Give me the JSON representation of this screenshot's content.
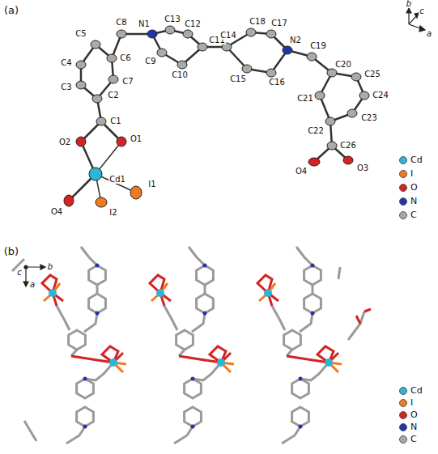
{
  "diagram": {
    "labels": [
      "(a)",
      "b",
      "c",
      "a",
      "C5",
      "C8",
      "N1",
      "C13",
      "C12",
      "C11",
      "C18",
      "C17",
      "N2",
      "C19",
      "C4",
      "C6",
      "C9",
      "C10",
      "C14",
      "C15",
      "C16",
      "C20",
      "C25",
      "C3",
      "C7",
      "C24",
      "C21",
      "C2",
      "C23",
      "C22",
      "C1",
      "O2",
      "O1",
      "Cd1",
      "O4",
      "I2",
      "I1",
      "O4",
      "C26",
      "O3",
      "(b)",
      "c",
      "b",
      "a"
    ],
    "legend": [
      {
        "text": "Cd",
        "color": "#2bb6d8"
      },
      {
        "text": "I",
        "color": "#f07a22"
      },
      {
        "text": "O",
        "color": "#d42323"
      },
      {
        "text": "N",
        "color": "#2334a8"
      },
      {
        "text": "C",
        "color": "#a8a8a8"
      },
      {
        "text": "Cd",
        "color": "#2bb6d8"
      },
      {
        "text": "I",
        "color": "#f07a22"
      },
      {
        "text": "O",
        "color": "#d42323"
      },
      {
        "text": "N",
        "color": "#2334a8"
      },
      {
        "text": "C",
        "color": "#a8a8a8"
      }
    ]
  }
}
